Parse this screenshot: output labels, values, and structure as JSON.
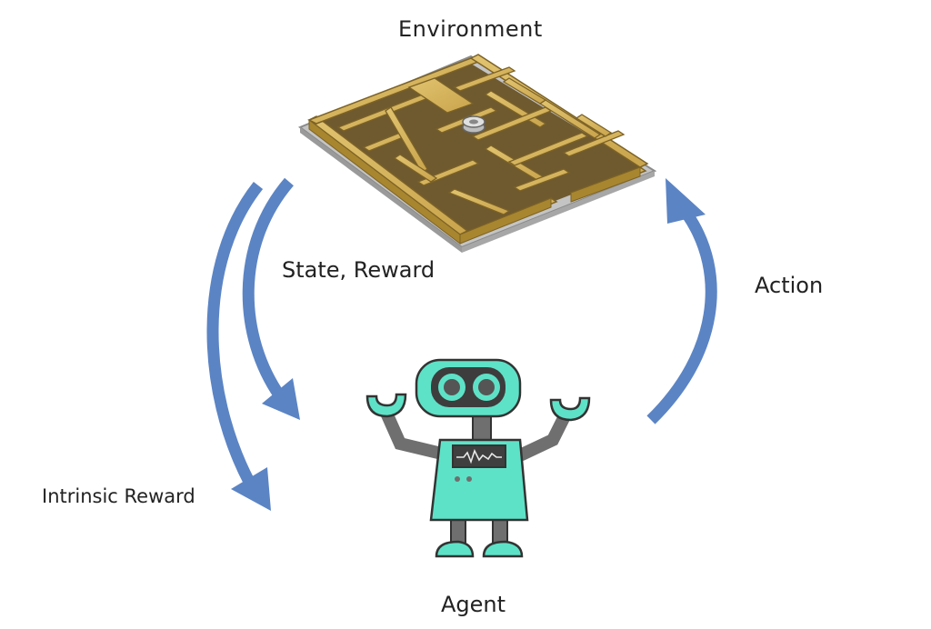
{
  "labels": {
    "environment": "Environment",
    "state_reward": "State, Reward",
    "action": "Action",
    "intrinsic_reward": "Intrinsic Reward",
    "agent": "Agent"
  },
  "colors": {
    "arrow": "#5b84c4",
    "maze_top": "#d4b15a",
    "maze_side": "#a8862f",
    "maze_floor": "#6f5a30",
    "maze_base": "#b9b9b9",
    "robot_body": "#5ee2c7",
    "robot_gray": "#6f6f6f",
    "robot_dark": "#3d3d3d"
  },
  "icons": {
    "environment": "maze-icon",
    "agent": "robot-icon"
  }
}
